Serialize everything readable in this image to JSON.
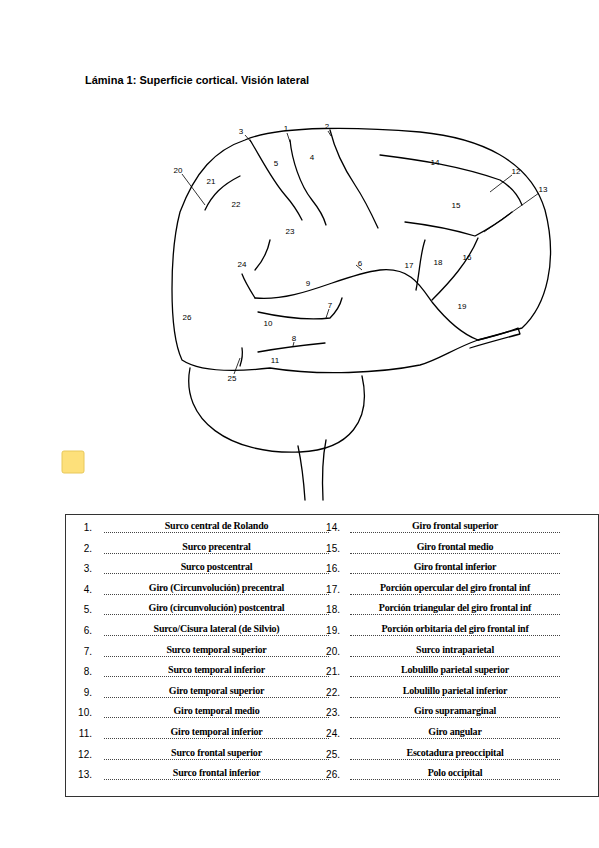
{
  "diagram": {
    "title": "Lámina 1: Superficie cortical. Visión lateral",
    "nodes": [
      {
        "text": [
          "1.",
          "Surco central de Rolando",
          "2.",
          "Surco precentral",
          "3.",
          "Surco postcentral",
          "4.",
          "Giro (Circunvolución) precentral",
          "5.",
          "Giro (circunvolución) postcentral",
          "6.",
          "Surco/Cisura lateral (de Silvio)",
          "7.",
          "Surco temporal superior",
          "8.",
          "Surco temporal inferior",
          "9.",
          "Giro temporal superior",
          "10.",
          "Giro temporal medio",
          "11.",
          "Giro temporal inferior",
          "12.",
          "Surco frontal superior",
          "13.",
          "Surco frontal inferior",
          "14.",
          "Giro frontal superior",
          "15.",
          "Giro frontal medio",
          "16.",
          "Giro frontal inferior",
          "17.",
          "Porción opercular del giro frontal inf",
          "18.",
          "Porción triangular del giro frontal inf",
          "19.",
          "Porción orbitaria del giro frontal inf",
          "20.",
          "Surco intraparietal",
          "21.",
          "Lobulillo parietal superior",
          "22.",
          "Lobulillo parietal inferior",
          "23.",
          "Giro supramarginal",
          "24.",
          "Giro angular",
          "25.",
          "Escotadura preoccipital",
          "26.",
          "Polo occipital"
        ]
      }
    ],
    "labels": [
      "1",
      "2",
      "3",
      "4",
      "5",
      "6",
      "7",
      "8",
      "9",
      "10",
      "11",
      "12",
      "13",
      "14",
      "15",
      "16",
      "17",
      "18",
      "19",
      "20",
      "21",
      "22",
      "23",
      "24",
      "25",
      "26"
    ]
  }
}
